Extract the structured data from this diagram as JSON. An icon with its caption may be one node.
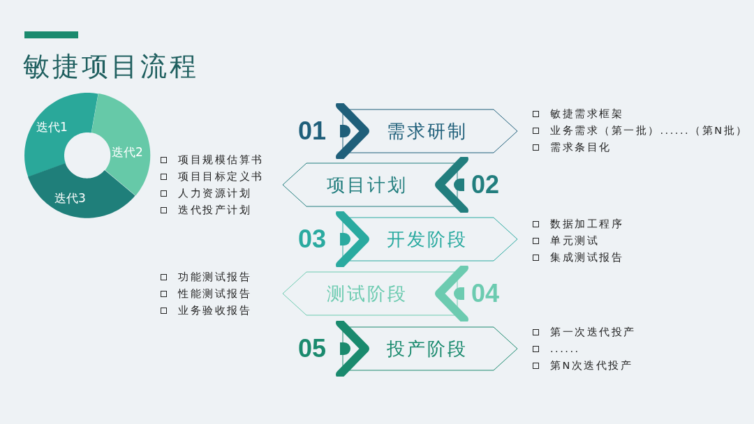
{
  "diagram": {
    "title": "敏捷项目流程",
    "nodes": [
      {
        "text": [
          "迭代1"
        ]
      },
      {
        "text": [
          "迭代2"
        ]
      },
      {
        "text": [
          "迭代3"
        ]
      },
      {
        "text": [
          "01",
          "需求研制"
        ]
      },
      {
        "text": [
          "项目计划",
          "02"
        ]
      },
      {
        "text": [
          "03",
          "开发阶段"
        ]
      },
      {
        "text": [
          "测试阶段",
          "04"
        ]
      },
      {
        "text": [
          "05",
          "投产阶段"
        ]
      }
    ],
    "labels": [
      "敏捷需求框架",
      "业务需求（第一批）......（第N批）",
      "需求条目化",
      "项目规模估算书",
      "项目目标定义书",
      "人力资源计划",
      "迭代投产计划",
      "数据加工程序",
      "单元测试",
      "集成测试报告",
      "功能测试报告",
      "性能测试报告",
      "业务验收报告",
      "第一次迭代投产",
      "......",
      "第N次迭代投产"
    ]
  }
}
